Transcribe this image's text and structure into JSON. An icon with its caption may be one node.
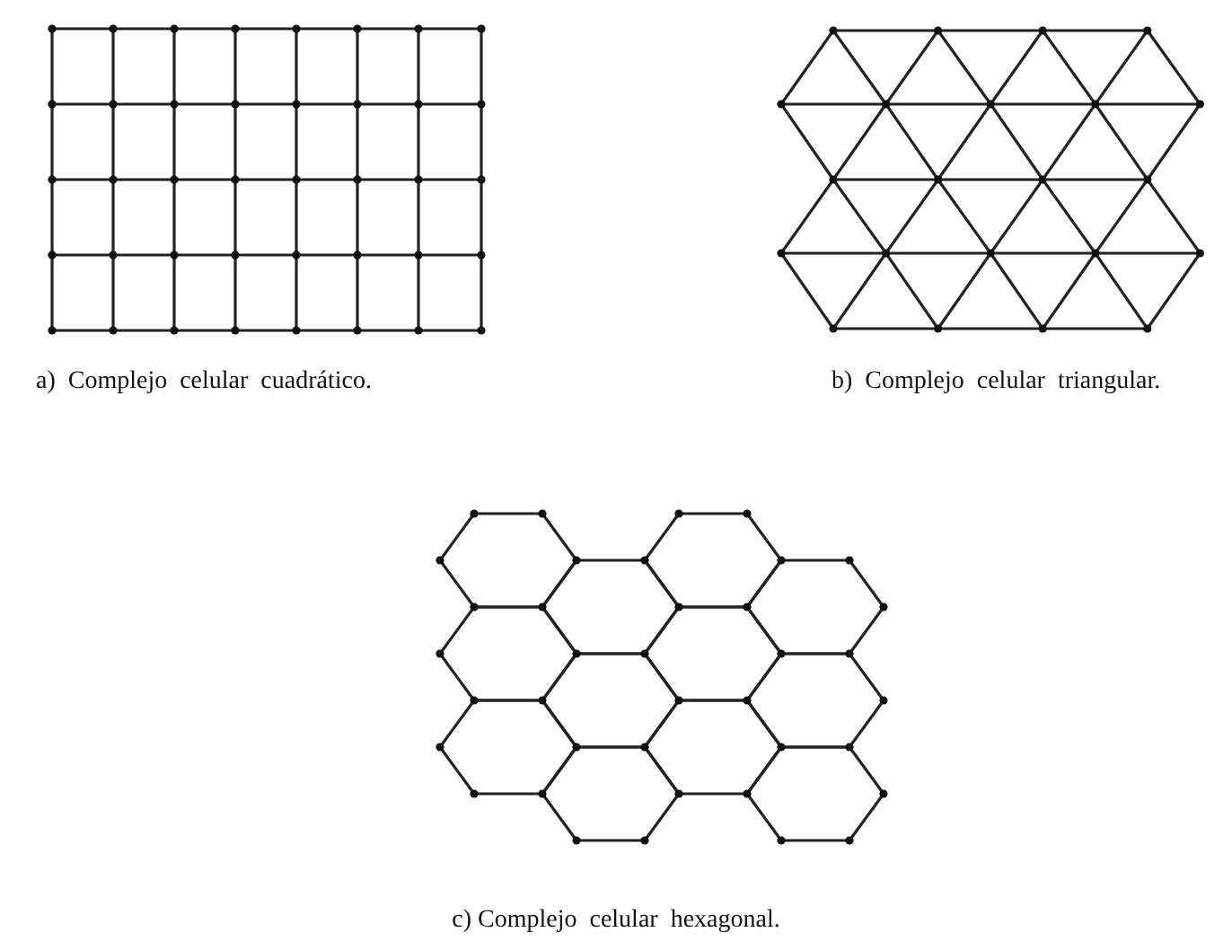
{
  "diagram": {
    "labels": [
      "a)  Complejo  celular  cuadrático.",
      "b)  Complejo  celular  triangular.",
      "c) Complejo  celular  hexagonal."
    ]
  }
}
